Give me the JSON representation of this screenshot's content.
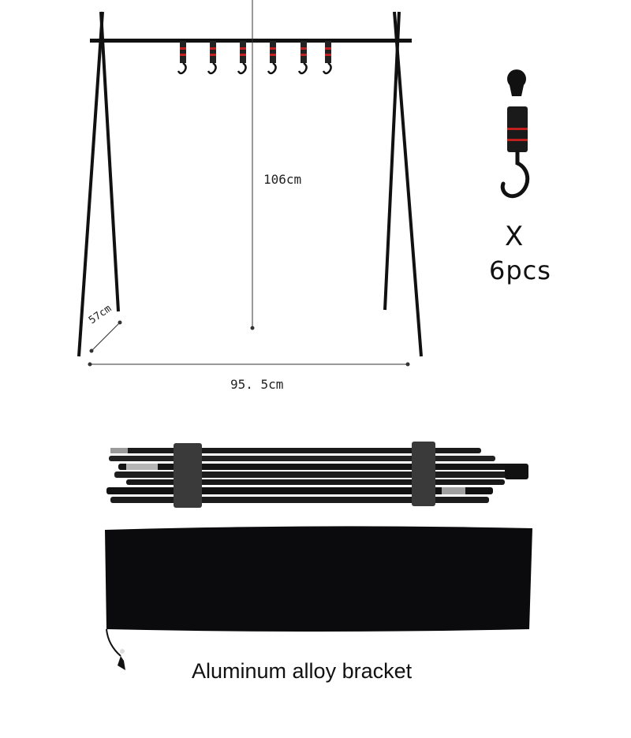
{
  "dimensions": {
    "height": "106cm",
    "width": "95. 5cm",
    "depth": "57cm"
  },
  "hook": {
    "multiplier": "X",
    "count": "6pcs"
  },
  "caption": "Aluminum alloy bracket",
  "colors": {
    "frame": "#111111",
    "hook_band": "#c0201e",
    "bag": "#0b0b0d",
    "strap": "#3a3a3a"
  },
  "icons": [
    "hanging-rack",
    "hook-with-strap",
    "folded-poles",
    "storage-bag"
  ]
}
